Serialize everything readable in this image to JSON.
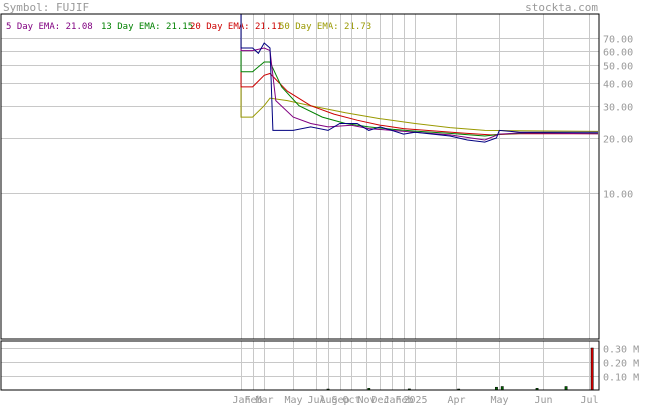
{
  "header": {
    "symbol_label": "Symbol: FUJIF",
    "brand": "stockta.com"
  },
  "legend": [
    {
      "label": "5 Day EMA: 21.08",
      "color": "#800080"
    },
    {
      "label": "13 Day EMA: 21.15",
      "color": "#008000"
    },
    {
      "label": "20 Day EMA: 21.11",
      "color": "#cc0000"
    },
    {
      "label": "50 Day EMA: 21.73",
      "color": "#999900"
    }
  ],
  "colors": {
    "price": "#000080",
    "grid": "#c8c8c8",
    "axis_text": "#999999",
    "volume_up": "#006600",
    "volume_down": "#cc0000"
  },
  "chart_data": {
    "type": "line",
    "price_axis": {
      "ticks": [
        10,
        20,
        30,
        40,
        50,
        60,
        70
      ],
      "tick_labels": [
        "10.00",
        "20.00",
        "30.00",
        "40.00",
        "50.00",
        "60.00",
        "70.00"
      ],
      "scale": "log",
      "range": [
        1.6,
        95
      ]
    },
    "volume_axis": {
      "ticks": [
        0.1,
        0.2,
        0.3
      ],
      "tick_labels": [
        "0.10 M",
        "0.20 M",
        "0.30 M"
      ],
      "range": [
        0,
        0.35
      ]
    },
    "x_ticks": [
      {
        "label": "Jan",
        "i": 0
      },
      {
        "label": "Feb",
        "i": 4
      },
      {
        "label": "Mar",
        "i": 8
      },
      {
        "label": "May",
        "i": 18
      },
      {
        "label": "Jul",
        "i": 26
      },
      {
        "label": "Aug",
        "i": 30
      },
      {
        "label": "Sep",
        "i": 34
      },
      {
        "label": "Oct",
        "i": 38
      },
      {
        "label": "Nov",
        "i": 43
      },
      {
        "label": "Dec",
        "i": 48
      },
      {
        "label": "Jan",
        "i": 52
      },
      {
        "label": "Feb",
        "i": 56
      },
      {
        "label": "2025",
        "i": 60
      },
      {
        "label": "Apr",
        "i": 74
      },
      {
        "label": "May",
        "i": 89
      },
      {
        "label": "Jun",
        "i": 104
      },
      {
        "label": "Jul",
        "i": 120
      }
    ],
    "n": 124,
    "series": [
      {
        "name": "Price",
        "key": "price",
        "points": [
          [
            0,
            95
          ],
          [
            0,
            62
          ],
          [
            4,
            62
          ],
          [
            6,
            58
          ],
          [
            8,
            66
          ],
          [
            10,
            62
          ],
          [
            11,
            22
          ],
          [
            18,
            22
          ],
          [
            24,
            23
          ],
          [
            30,
            22
          ],
          [
            34,
            24
          ],
          [
            40,
            24
          ],
          [
            44,
            22
          ],
          [
            48,
            23
          ],
          [
            52,
            22
          ],
          [
            56,
            21
          ],
          [
            60,
            21.5
          ],
          [
            66,
            21
          ],
          [
            72,
            20.5
          ],
          [
            78,
            19.5
          ],
          [
            84,
            19
          ],
          [
            88,
            20
          ],
          [
            89,
            22
          ],
          [
            96,
            21.5
          ],
          [
            110,
            21.5
          ],
          [
            123,
            21.5
          ]
        ]
      },
      {
        "name": "5 Day EMA",
        "key": "ema5",
        "points": [
          [
            0,
            95
          ],
          [
            0,
            60
          ],
          [
            4,
            60
          ],
          [
            8,
            62
          ],
          [
            10,
            60
          ],
          [
            12,
            32
          ],
          [
            18,
            26
          ],
          [
            24,
            24
          ],
          [
            30,
            23
          ],
          [
            38,
            23.5
          ],
          [
            44,
            22.5
          ],
          [
            52,
            22
          ],
          [
            60,
            21.5
          ],
          [
            72,
            20.8
          ],
          [
            84,
            19.5
          ],
          [
            89,
            21
          ],
          [
            96,
            21.3
          ],
          [
            110,
            21.2
          ],
          [
            123,
            21.08
          ]
        ]
      },
      {
        "name": "13 Day EMA",
        "key": "ema13",
        "points": [
          [
            0,
            95
          ],
          [
            0,
            46
          ],
          [
            4,
            46
          ],
          [
            8,
            52
          ],
          [
            10,
            52
          ],
          [
            14,
            38
          ],
          [
            20,
            30
          ],
          [
            28,
            26
          ],
          [
            36,
            24
          ],
          [
            44,
            23
          ],
          [
            52,
            22.3
          ],
          [
            60,
            21.8
          ],
          [
            72,
            21.2
          ],
          [
            84,
            20.5
          ],
          [
            90,
            21
          ],
          [
            100,
            21.3
          ],
          [
            123,
            21.15
          ]
        ]
      },
      {
        "name": "20 Day EMA",
        "key": "ema20",
        "points": [
          [
            0,
            95
          ],
          [
            0,
            38
          ],
          [
            4,
            38
          ],
          [
            8,
            44
          ],
          [
            10,
            45
          ],
          [
            16,
            36
          ],
          [
            24,
            30
          ],
          [
            32,
            27
          ],
          [
            40,
            25
          ],
          [
            48,
            23.5
          ],
          [
            56,
            22.5
          ],
          [
            64,
            22
          ],
          [
            76,
            21.3
          ],
          [
            86,
            20.8
          ],
          [
            96,
            21.1
          ],
          [
            123,
            21.11
          ]
        ]
      },
      {
        "name": "50 Day EMA",
        "key": "ema50",
        "points": [
          [
            0,
            95
          ],
          [
            0,
            26
          ],
          [
            4,
            26
          ],
          [
            8,
            30
          ],
          [
            10,
            33
          ],
          [
            16,
            32
          ],
          [
            24,
            30
          ],
          [
            36,
            27.5
          ],
          [
            48,
            25.5
          ],
          [
            60,
            24
          ],
          [
            72,
            22.8
          ],
          [
            84,
            22
          ],
          [
            96,
            21.9
          ],
          [
            123,
            21.73
          ]
        ]
      }
    ],
    "volume": [
      {
        "i": 30,
        "v": 0.005,
        "dir": "up"
      },
      {
        "i": 44,
        "v": 0.012,
        "dir": "up"
      },
      {
        "i": 58,
        "v": 0.008,
        "dir": "up"
      },
      {
        "i": 75,
        "v": 0.005,
        "dir": "up"
      },
      {
        "i": 88,
        "v": 0.02,
        "dir": "up"
      },
      {
        "i": 90,
        "v": 0.025,
        "dir": "up"
      },
      {
        "i": 102,
        "v": 0.012,
        "dir": "up"
      },
      {
        "i": 112,
        "v": 0.025,
        "dir": "up"
      },
      {
        "i": 121,
        "v": 0.3,
        "dir": "down"
      }
    ]
  }
}
